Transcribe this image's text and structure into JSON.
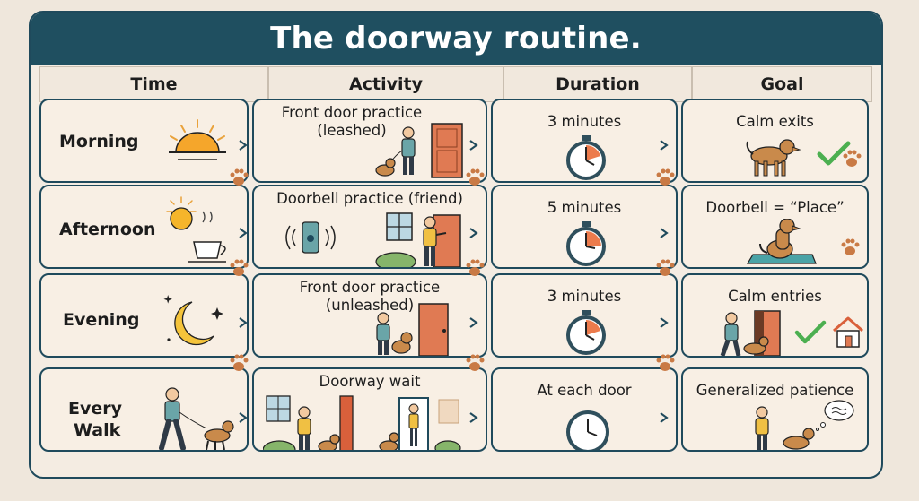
{
  "title": "The doorway routine.",
  "columns": [
    "Time",
    "Activity",
    "Duration",
    "Goal"
  ],
  "rows": [
    {
      "time": "Morning",
      "activity": "Front door practice (leashed)",
      "activity_lines": [
        "Front door practice",
        "(leashed)"
      ],
      "duration": "3 minutes",
      "goal": "Calm exits"
    },
    {
      "time": "Afternoon",
      "activity": "Doorbell practice (friend)",
      "activity_lines": [
        "Doorbell practice (friend)"
      ],
      "duration": "5 minutes",
      "goal": "Doorbell = “Place”"
    },
    {
      "time": "Evening",
      "activity": "Front door practice (unleashed)",
      "activity_lines": [
        "Front door practice",
        "(unleashed)"
      ],
      "duration": "3 minutes",
      "goal": "Calm entries"
    },
    {
      "time": "Every Walk",
      "time_lines": [
        "Every",
        "Walk"
      ],
      "activity": "Doorway wait",
      "activity_lines": [
        "Doorway wait"
      ],
      "duration": "At each door",
      "goal": "Generalized patience"
    }
  ],
  "icons": {
    "morning": "sunrise-icon",
    "afternoon": "sun-coffee-icon",
    "evening": "moon-stars-icon",
    "every_walk": "person-walking-dog-icon",
    "duration": "stopwatch-icon",
    "every_door": "clock-icon",
    "paw": "paw-print-icon",
    "check": "check-icon",
    "house": "house-icon",
    "doorbell": "doorbell-icon"
  },
  "colors": {
    "title_bar": "#1f4f60",
    "border": "#1f4a5c",
    "door": "#e07a53",
    "dog": "#c98a4b",
    "check": "#4caf50",
    "paw": "#c97a45"
  }
}
